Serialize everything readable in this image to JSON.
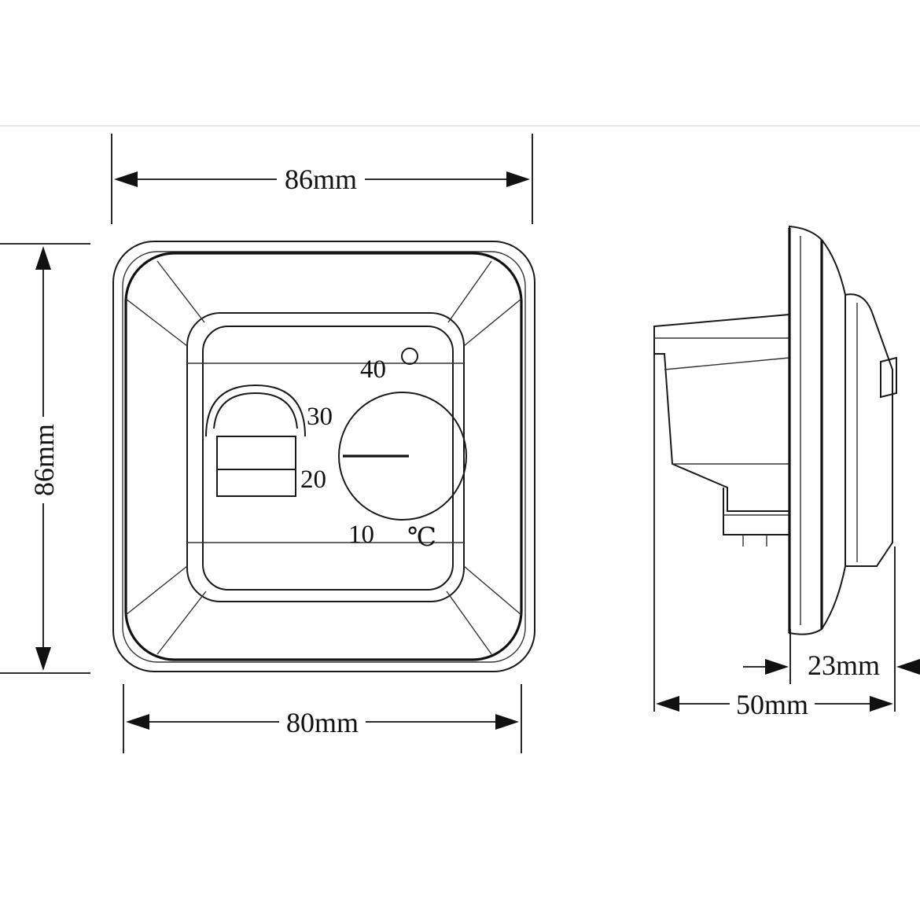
{
  "dimensions": {
    "front_width_outer": "86mm",
    "front_height": "86mm",
    "front_width_inner": "80mm",
    "side_depth_total": "50mm",
    "side_depth_front": "23mm"
  },
  "dial_scale": {
    "mark_40": "40",
    "mark_30": "30",
    "mark_20": "20",
    "mark_10": "10",
    "unit": "℃"
  }
}
